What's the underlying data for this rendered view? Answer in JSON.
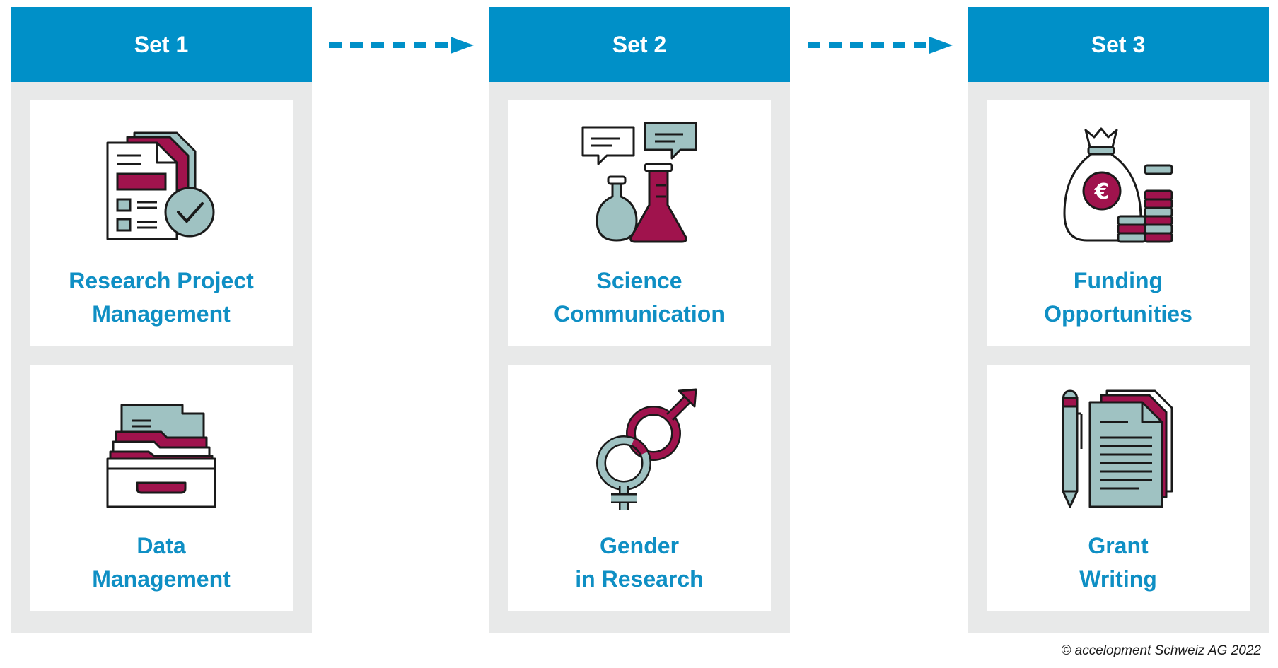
{
  "colors": {
    "header": "#0090c8",
    "label": "#0f8fc4",
    "panel": "#e8e9e9",
    "teal": "#9fc2c2",
    "maroon": "#a0134d",
    "ink": "#1a1a1a"
  },
  "sets": [
    {
      "title": "Set 1",
      "items": [
        {
          "label_line1": "Research Project",
          "label_line2": "Management",
          "icon": "document-checkmark-icon"
        },
        {
          "label_line1": "Data",
          "label_line2": "Management",
          "icon": "file-drawer-icon"
        }
      ]
    },
    {
      "title": "Set 2",
      "items": [
        {
          "label_line1": "Science",
          "label_line2": "Communication",
          "icon": "lab-flasks-speech-icon"
        },
        {
          "label_line1": "Gender",
          "label_line2": "in Research",
          "icon": "gender-symbols-icon"
        }
      ]
    },
    {
      "title": "Set 3",
      "items": [
        {
          "label_line1": "Funding",
          "label_line2": "Opportunities",
          "icon": "money-bag-coins-icon"
        },
        {
          "label_line1": "Grant",
          "label_line2": "Writing",
          "icon": "pen-documents-icon"
        }
      ]
    }
  ],
  "copyright": "© accelopment Schweiz AG 2022"
}
